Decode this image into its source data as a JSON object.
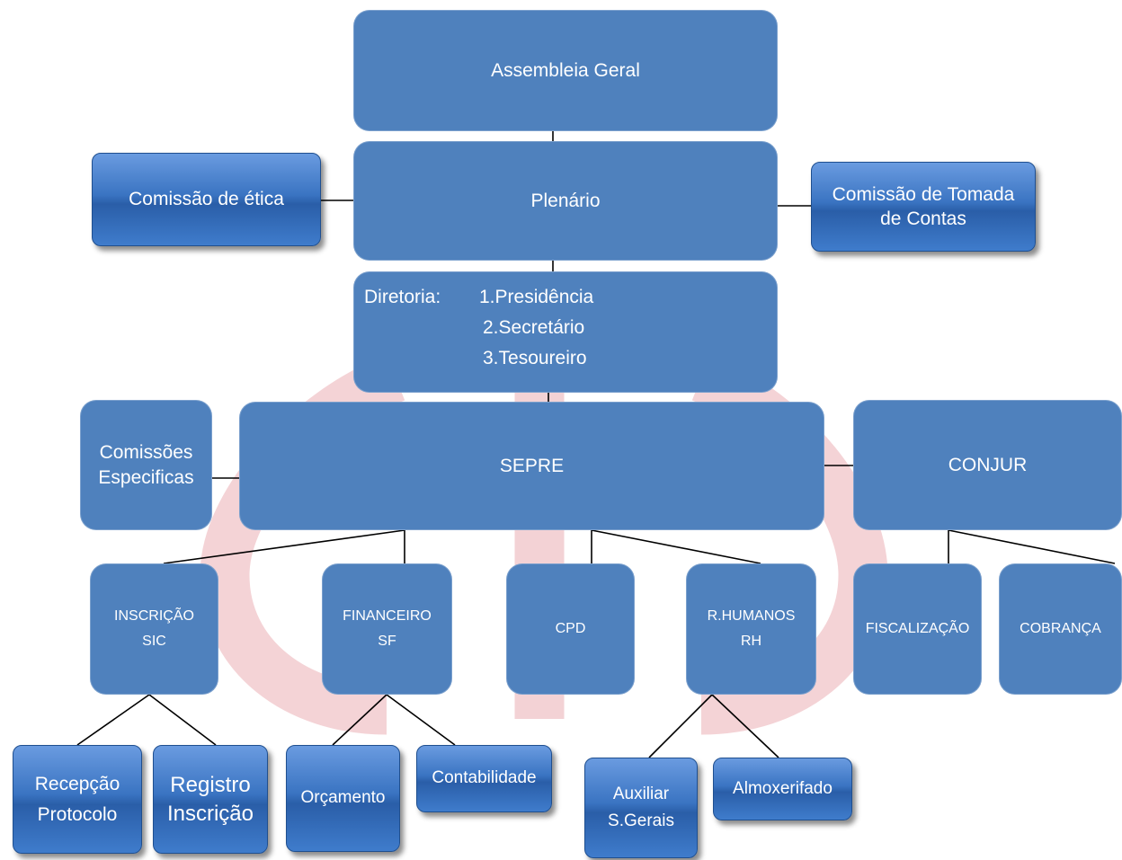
{
  "org": {
    "assembleia": "Assembleia Geral",
    "plenario": "Plenário",
    "comissao_etica": "Comissão de ética",
    "comissao_tomada": "Comissão de Tomada\nde Contas",
    "diretoria": {
      "prefix": "Diretoria:",
      "items": [
        "1.Presidência",
        "2.Secretário",
        "3.Tesoureiro"
      ]
    },
    "comissoes_especificas": "Comissões\nEspecificas",
    "sepre": "SEPRE",
    "conjur": "CONJUR",
    "inscricao": "INSCRIÇÃO\nSIC",
    "financeiro": "FINANCEIRO\nSF",
    "cpd": "CPD",
    "rhumanos": "R.HUMANOS\nRH",
    "fiscalizacao": "FISCALIZAÇÃO",
    "cobranca": "COBRANÇA",
    "recepcao": "Recepção\nProtocolo",
    "registro": "Registro\nInscrição",
    "orcamento": "Orçamento",
    "contabilidade": "Contabilidade",
    "auxiliar": "Auxiliar\nS.Gerais",
    "almoxerifado": "Almoxerifado"
  },
  "colors": {
    "box": "#4f81bd",
    "watermark": "#e8a0a8",
    "line": "#000000"
  }
}
